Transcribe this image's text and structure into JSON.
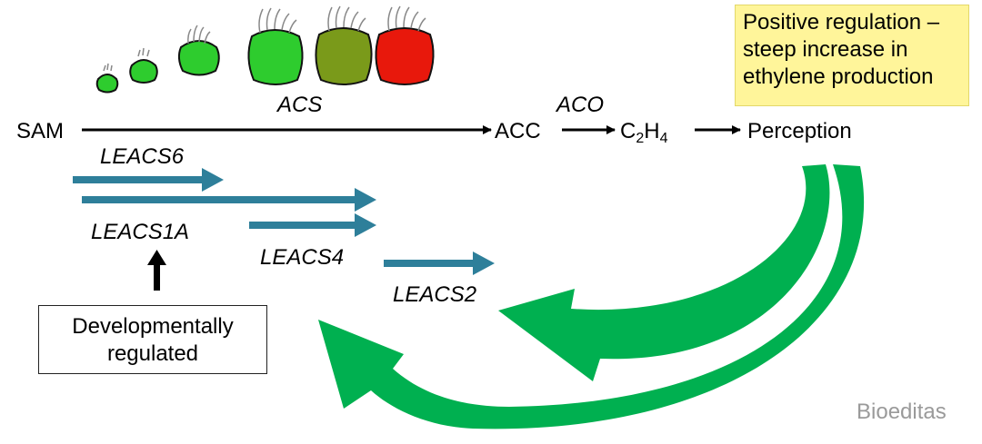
{
  "diagram": {
    "pathway": {
      "sam": "SAM",
      "acs": "ACS",
      "acc": "ACC",
      "aco": "ACO",
      "c2h4_base": "C",
      "c2h4_sub1": "2",
      "c2h4_mid": "H",
      "c2h4_sub2": "4",
      "perception": "Perception"
    },
    "genes": {
      "leacs6": "LEACS6",
      "leacs1a": "LEACS1A",
      "leacs4": "LEACS4",
      "leacs2": "LEACS2"
    },
    "positive_box": {
      "line1": "Positive regulation –",
      "line2": "steep increase in",
      "line3": "ethylene production"
    },
    "developmental_box": {
      "line1": "Developmentally",
      "line2": "regulated"
    },
    "watermark": "Bioeditas",
    "tomato_stages": [
      "small-green",
      "small-green",
      "medium-green",
      "large-green",
      "breaker-olive",
      "ripe-red"
    ],
    "colors": {
      "gene_arrow": "#2e7f9a",
      "feedback_arrow": "#00b050",
      "highlight_box": "#fff59a",
      "tomato_green": "#2ecc2e",
      "tomato_olive": "#7a9a1a",
      "tomato_red": "#e8180c",
      "watermark": "#9a9a9a"
    }
  }
}
